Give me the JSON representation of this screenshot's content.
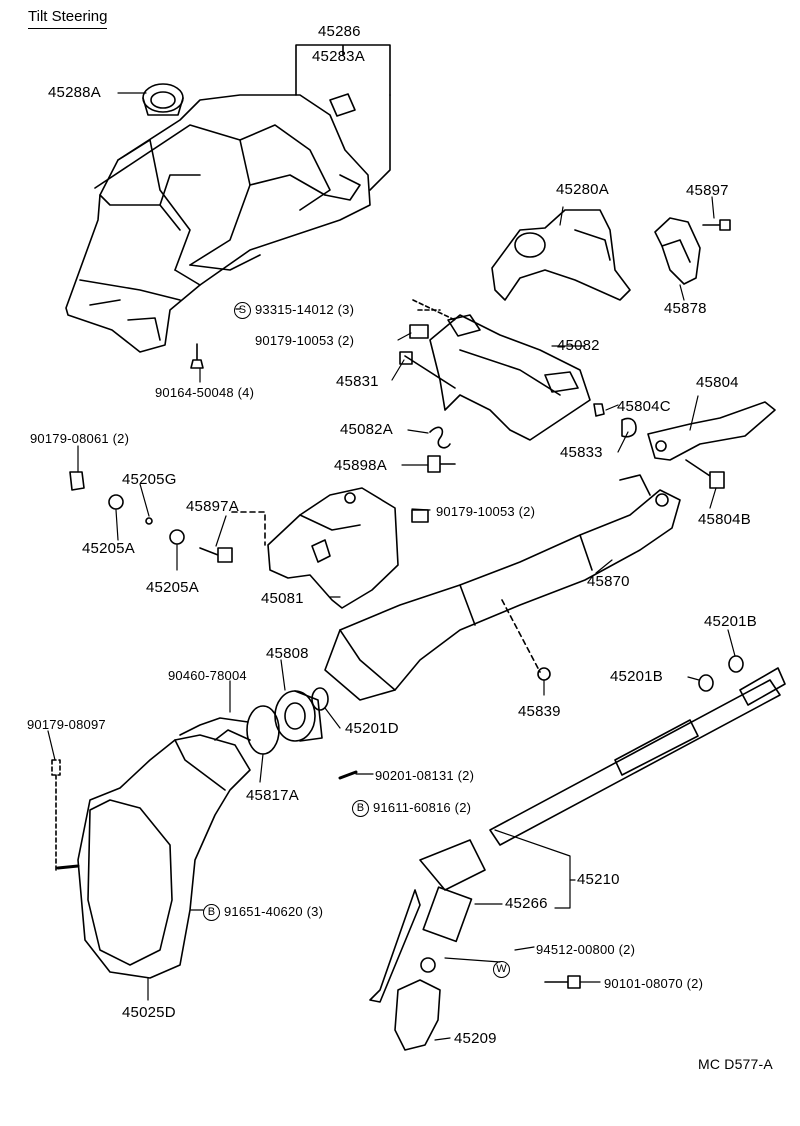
{
  "title": "Tilt Steering",
  "footer_code": "MC D577-A",
  "labels": {
    "p45286": "45286",
    "p45283A": "45283A",
    "p45288A": "45288A",
    "p45280A": "45280A",
    "p45897": "45897",
    "p45878": "45878",
    "p93315": "93315-14012 (3)",
    "p93315_sym": "S",
    "p90179_10053_a": "90179-10053 (2)",
    "p45082": "45082",
    "p90164": "90164-50048 (4)",
    "p45831": "45831",
    "p45804": "45804",
    "p45804C": "45804C",
    "p45082A": "45082A",
    "p45833": "45833",
    "p90179_08061": "90179-08061 (2)",
    "p45898A": "45898A",
    "p45205G": "45205G",
    "p45804B": "45804B",
    "p45897A": "45897A",
    "p90179_10053_b": "90179-10053 (2)",
    "p45205A_a": "45205A",
    "p45205A_b": "45205A",
    "p45870": "45870",
    "p45081": "45081",
    "p45201B_a": "45201B",
    "p45808": "45808",
    "p90460": "90460-78004",
    "p45201B_b": "45201B",
    "p90179_08097": "90179-08097",
    "p45839": "45839",
    "p45201D": "45201D",
    "p90201": "90201-08131 (2)",
    "p45817A": "45817A",
    "p91611": "91611-60816 (2)",
    "p91611_sym": "B",
    "p45210": "45210",
    "p45266": "45266",
    "p91651": "91651-40620 (3)",
    "p91651_sym": "B",
    "p94512": "94512-00800 (2)",
    "p94512_sym": "W",
    "p90101": "90101-08070 (2)",
    "p45025D": "45025D",
    "p45209": "45209"
  }
}
